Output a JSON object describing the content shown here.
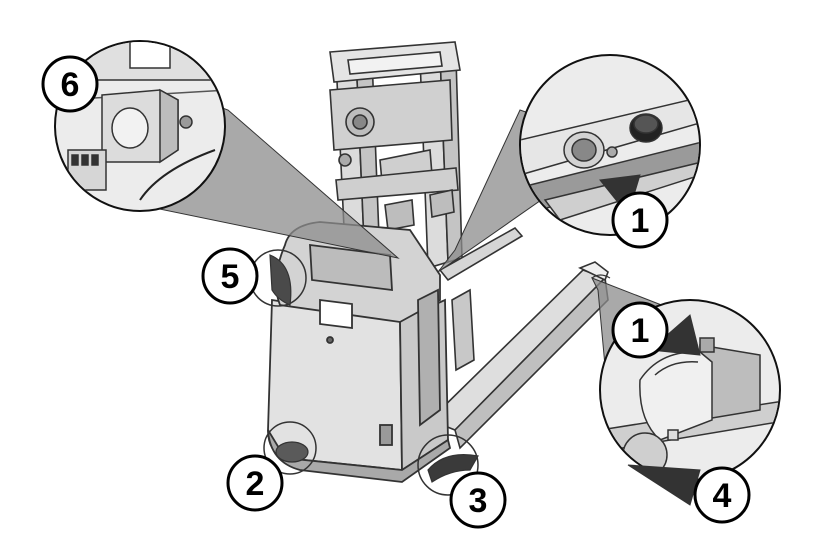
{
  "figure": {
    "background_color": "#ffffff",
    "machine_color": "#d9d9d9",
    "machine_stroke": "#333333",
    "zoom_cone_color": "#8c8c8c",
    "zoom_bubble_color": "#e6e6e6",
    "callout_fill": "#ffffff",
    "callout_stroke": "#000000"
  },
  "callouts": [
    {
      "id": "c1a",
      "label": "1"
    },
    {
      "id": "c1b",
      "label": "1"
    },
    {
      "id": "c2",
      "label": "2"
    },
    {
      "id": "c3",
      "label": "3"
    },
    {
      "id": "c4",
      "label": "4"
    },
    {
      "id": "c5",
      "label": "5"
    },
    {
      "id": "c6",
      "label": "6"
    }
  ],
  "detail_views": [
    {
      "id": "detail-6",
      "icon": "battery-connector-icon"
    },
    {
      "id": "detail-1-top",
      "icon": "emergency-stop-icon"
    },
    {
      "id": "detail-1-4",
      "icon": "wheel-guard-icon"
    }
  ]
}
